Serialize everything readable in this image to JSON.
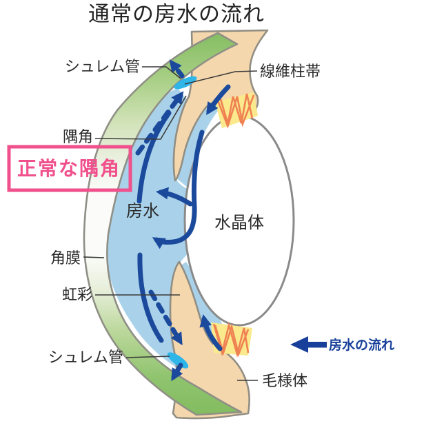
{
  "title": "通常の房水の流れ",
  "labels": {
    "schlemm_top": "シュレム管",
    "trabecular": "線維柱帯",
    "angle": "隅角",
    "normal_angle_box": "正常な隅角",
    "aqueous": "房水",
    "lens": "水晶体",
    "cornea": "角膜",
    "iris": "虹彩",
    "schlemm_bottom": "シュレム管",
    "ciliary_body": "毛様体",
    "flow_legend": "房水の流れ"
  },
  "colors": {
    "sclera_green": "#8cc46c",
    "cornea_white": "#fbfcf9",
    "aqueous_blue": "#a9d2ea",
    "tissue_tan": "#f5d7ae",
    "lens_white": "#ffffff",
    "outline_gray": "#8f8f86",
    "arrow_blue": "#1b4a9c",
    "schlemm_cyan": "#2fb6e9",
    "zonule_yellow": "#fbe98d",
    "zonule_orange": "#ef8152",
    "highlight_pink": "#f0508c",
    "legend_blue": "#18409a"
  }
}
